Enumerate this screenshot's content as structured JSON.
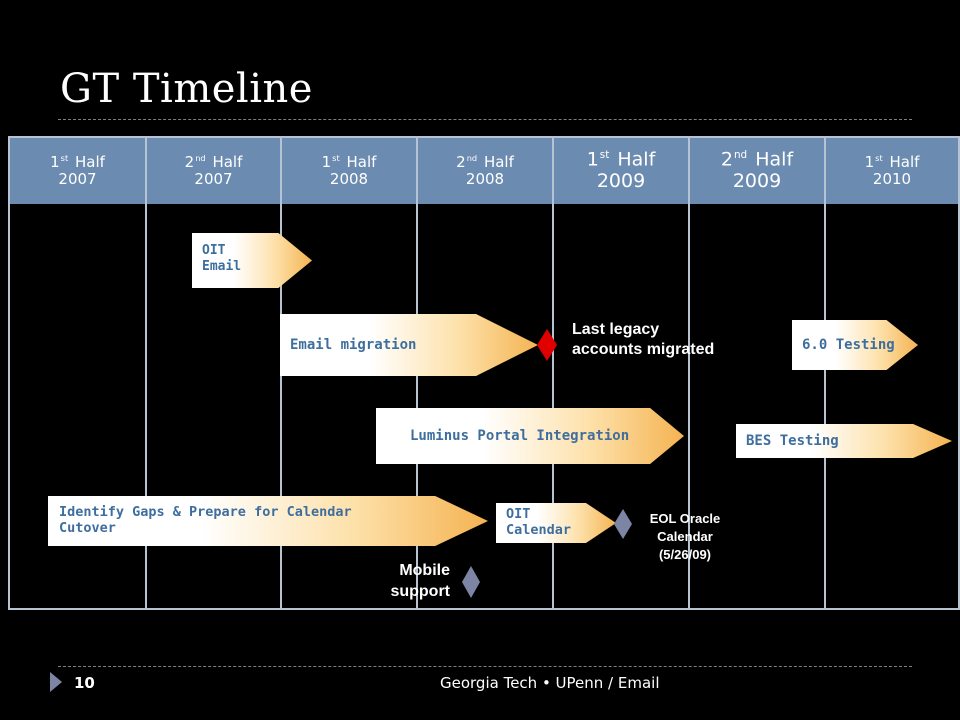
{
  "slide": {
    "title": "GT Timeline",
    "page_number": "10",
    "footer": "Georgia Tech • UPenn / Email"
  },
  "columns": [
    {
      "ordinal": "1",
      "suffix": "st",
      "half": "Half",
      "year": "2007"
    },
    {
      "ordinal": "2",
      "suffix": "nd",
      "half": "Half",
      "year": "2007"
    },
    {
      "ordinal": "1",
      "suffix": "st",
      "half": "Half",
      "year": "2008"
    },
    {
      "ordinal": "2",
      "suffix": "nd",
      "half": "Half",
      "year": "2008"
    },
    {
      "ordinal": "1",
      "suffix": "st",
      "half": "Half",
      "year": "2009"
    },
    {
      "ordinal": "2",
      "suffix": "nd",
      "half": "Half",
      "year": "2009"
    },
    {
      "ordinal": "1",
      "suffix": "st",
      "half": "Half",
      "year": "2010"
    }
  ],
  "tasks": {
    "oit_email": "OIT\nEmail",
    "email_migration": "Email migration",
    "luminus": "Luminus Portal Integration",
    "testing_60": "6.0 Testing",
    "bes_testing": "BES Testing",
    "identify_gaps": "Identify Gaps & Prepare for Calendar\nCutover",
    "oit_calendar": "OIT\nCalendar"
  },
  "milestones": {
    "legacy_line1": "Last legacy",
    "legacy_line2": "accounts migrated",
    "eol_line1": "EOL Oracle",
    "eol_line2": "Calendar",
    "eol_line3": "(5/26/09)",
    "mobile_line1": "Mobile",
    "mobile_line2": "support"
  },
  "colors": {
    "header": "#6b8bb0",
    "task_text": "#3e6e9e",
    "milestone_red": "#e00000",
    "milestone_gray": "#7c85a3"
  }
}
